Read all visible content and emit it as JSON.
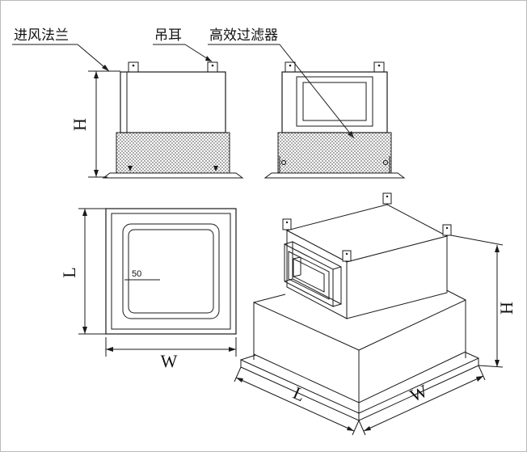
{
  "callouts": {
    "inlet_flange": "进风法兰",
    "lifting_lug": "吊耳",
    "hepa_filter": "高效过滤器"
  },
  "dimensions": {
    "height": "H",
    "length": "L",
    "width": "W",
    "flange_offset": "50"
  },
  "colors": {
    "line": "#1a1a1a",
    "background": "#ffffff"
  }
}
